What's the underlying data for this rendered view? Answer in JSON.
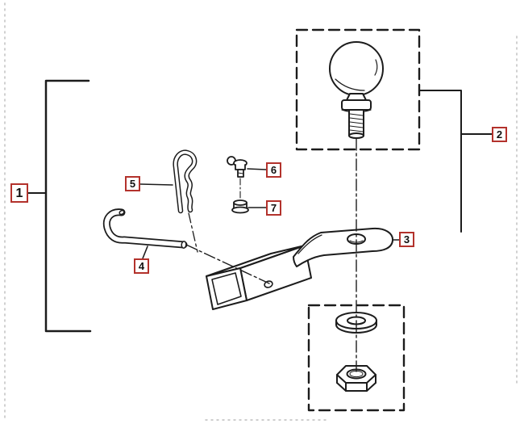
{
  "diagram": {
    "background_color": "#ffffff",
    "line_color": "#1c1c1c",
    "callout": {
      "border_color": "#b3322c",
      "text_color": "#111111"
    },
    "callouts": [
      {
        "number": "1"
      },
      {
        "number": "2"
      },
      {
        "number": "3"
      },
      {
        "number": "4"
      },
      {
        "number": "5"
      },
      {
        "number": "6"
      },
      {
        "number": "7"
      }
    ]
  }
}
